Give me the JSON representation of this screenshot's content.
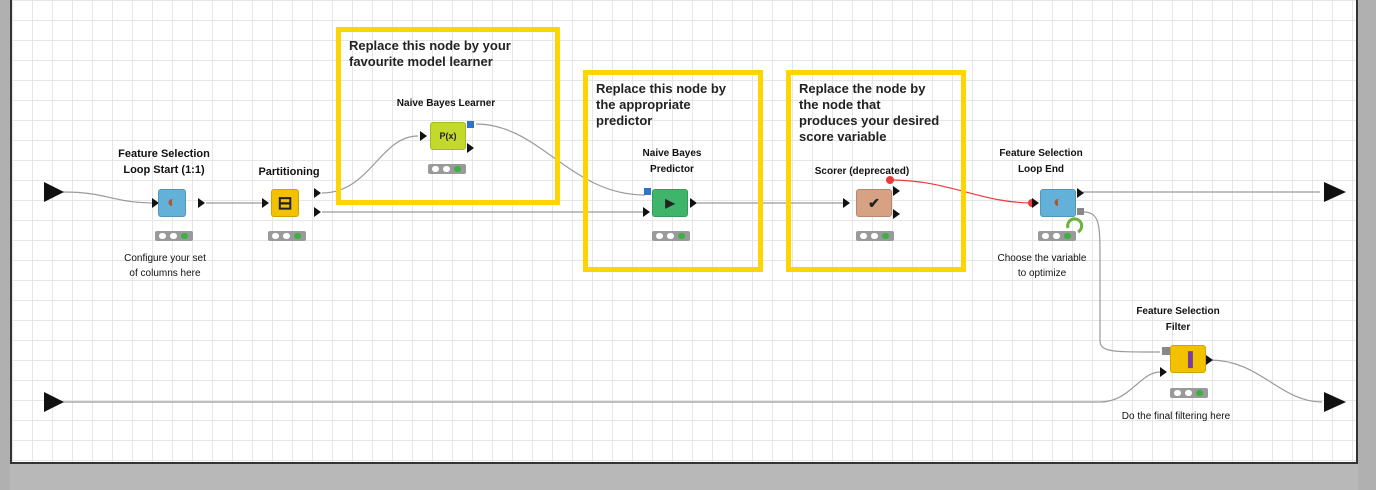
{
  "workflow": {
    "annotations": [
      {
        "id": "model-learner",
        "text": "Replace this node by your\nfavourite model learner"
      },
      {
        "id": "predictor",
        "text": "Replace this node by\nthe appropriate\npredictor"
      },
      {
        "id": "scorer",
        "text": "Replace the node by\nthe node that\nproduces your desired\nscore variable"
      }
    ],
    "nodes": {
      "loop_start": {
        "title": "Feature Selection\nLoop Start (1:1)",
        "description": "Configure your set\nof columns here",
        "color": "#63b1d8",
        "glyph": "◐"
      },
      "partitioning": {
        "title": "Partitioning",
        "color": "#f2c200",
        "glyph": "⊟"
      },
      "nb_learner": {
        "title": "Naive Bayes Learner",
        "color": "#c3d92b",
        "glyph": "P(x)"
      },
      "nb_predictor": {
        "title": "Naive Bayes\nPredictor",
        "color": "#3fb56b",
        "glyph": "▶"
      },
      "scorer": {
        "title": "Scorer (deprecated)",
        "color": "#d6a283",
        "glyph": "✔"
      },
      "loop_end": {
        "title": "Feature Selection\nLoop End",
        "description": "Choose the variable\nto optimize",
        "color": "#63b1d8",
        "glyph": "◐"
      },
      "filter": {
        "title": "Feature Selection\nFilter",
        "description": "Do the final filtering here",
        "color": "#f2c200",
        "glyph": "▐"
      }
    }
  }
}
